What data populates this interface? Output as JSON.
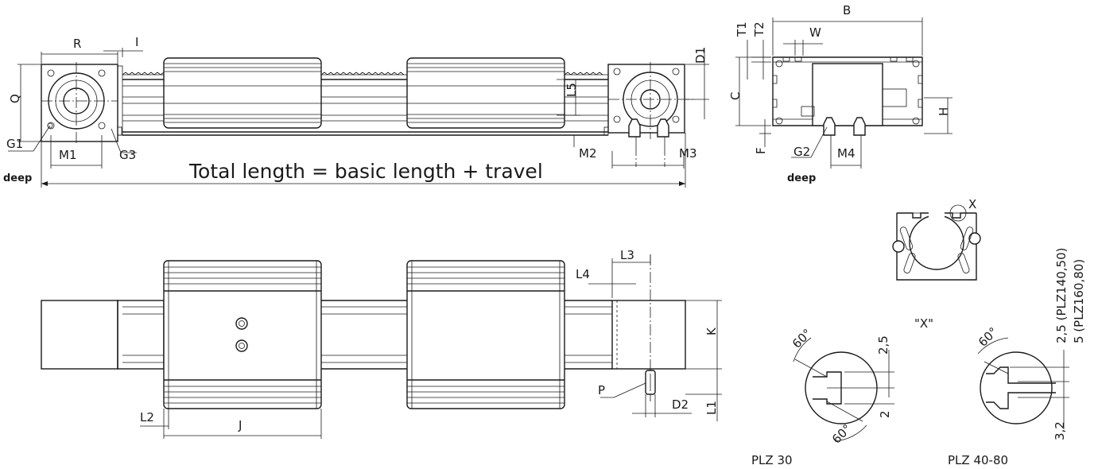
{
  "labels": {
    "R": "R",
    "I": "I",
    "Q": "Q",
    "G1": "G1",
    "M1": "M1",
    "G3": "G3",
    "D1": "D1",
    "L5": "L5",
    "M2": "M2",
    "M3": "M3",
    "B": "B",
    "T1": "T1",
    "T2": "T2",
    "W": "W",
    "C": "C",
    "H": "H",
    "F": "F",
    "G2": "G2",
    "M4": "M4",
    "L3": "L3",
    "L4": "L4",
    "K": "K",
    "P": "P",
    "D2": "D2",
    "L1": "L1",
    "L2": "L2",
    "J": "J",
    "X": "X"
  },
  "deep1": "deep",
  "deep2": "deep",
  "total_length": "Total length = basic length + travel",
  "detail_x": {
    "label": "\"X\"",
    "v25": "2,5",
    "v2": "2",
    "v32": "3,2",
    "angle_top_l": "60°",
    "angle_bot_l": "60°",
    "angle_top_r": "60°",
    "plz30": "PLZ 30",
    "plz4080": "PLZ 40-80",
    "vert_a": "2,5 (PLZ140,50)",
    "vert_b": "5 (PLZ160,80)"
  }
}
